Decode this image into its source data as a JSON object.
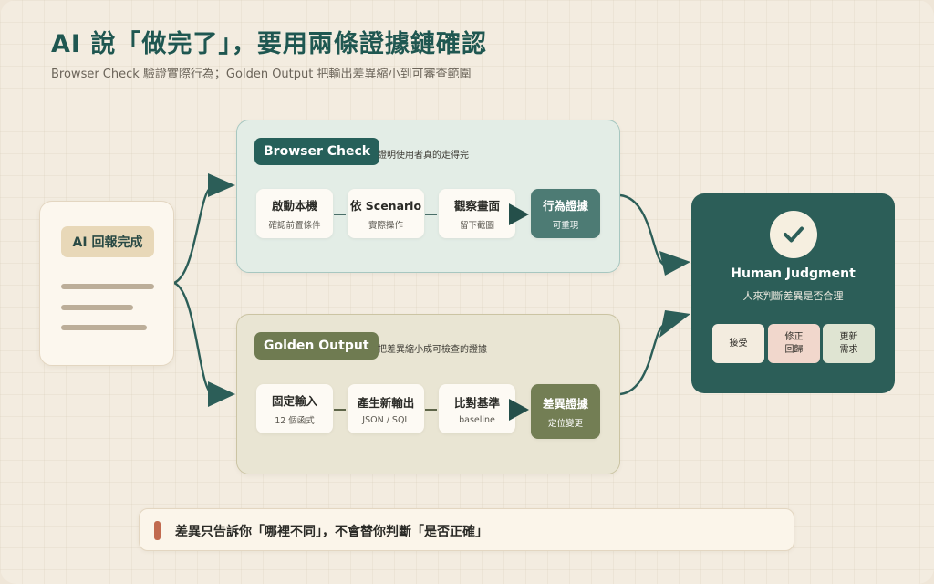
{
  "header": {
    "title": "AI 說「做完了」，要用兩條證據鏈確認",
    "subtitle": "Browser Check 驗證實際行為；Golden Output 把輸出差異縮小到可審查範圍"
  },
  "ai_card": {
    "label": "AI 回報完成"
  },
  "browser_check": {
    "label": "Browser Check",
    "description": "證明使用者真的走得完",
    "steps": [
      {
        "title": "啟動本機",
        "sub": "確認前置條件"
      },
      {
        "title": "依 Scenario",
        "sub": "實際操作"
      },
      {
        "title": "觀察畫面",
        "sub": "留下截圖"
      }
    ],
    "result": {
      "title": "行為證據",
      "sub": "可重現"
    }
  },
  "golden_output": {
    "label": "Golden Output",
    "description": "把差異縮小成可檢查的證據",
    "steps": [
      {
        "title": "固定輸入",
        "sub": "12 個函式"
      },
      {
        "title": "產生新輸出",
        "sub": "JSON / SQL"
      },
      {
        "title": "比對基準",
        "sub": "baseline"
      }
    ],
    "result": {
      "title": "差異證據",
      "sub": "定位變更"
    }
  },
  "human": {
    "title": "Human Judgment",
    "subtitle": "人來判斷差異是否合理",
    "options": [
      {
        "line1": "接受",
        "line2": ""
      },
      {
        "line1": "修正",
        "line2": "回歸"
      },
      {
        "line1": "更新",
        "line2": "需求"
      }
    ]
  },
  "note": {
    "text": "差異只告訴你「哪裡不同」，不會替你判斷「是否正確」"
  },
  "colors": {
    "primary": "#2c5e58",
    "olive": "#6f7b51",
    "accent": "#c16a4f",
    "background": "#f3ece0"
  },
  "icons": {
    "judgment": "check-icon"
  }
}
